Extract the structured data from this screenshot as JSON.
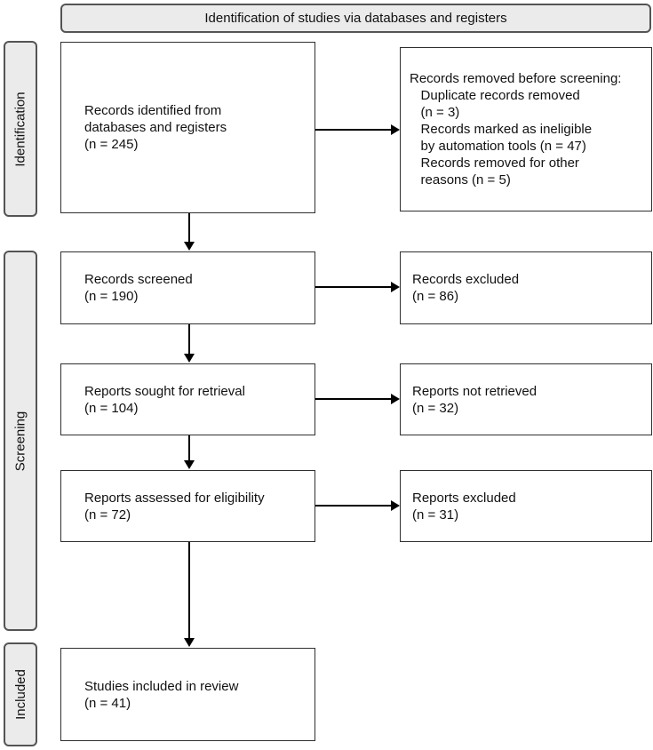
{
  "header": {
    "title": "Identification of studies via databases and registers"
  },
  "phases": {
    "identification": "Identification",
    "screening": "Screening",
    "included": "Included"
  },
  "boxes": {
    "records_identified": "Records identified from\ndatabases and registers\n(n = 245)",
    "records_removed": "Records removed before screening:\n   Duplicate records removed\n   (n = 3)\n   Records marked as ineligible\n   by automation tools (n = 47)\n   Records removed for other\n   reasons (n = 5)",
    "records_screened": "Records screened\n(n = 190)",
    "records_excluded": "Records excluded\n(n = 86)",
    "reports_sought": "Reports sought for retrieval\n(n = 104)",
    "reports_not_retrieved": "Reports not retrieved\n(n = 32)",
    "reports_assessed": "Reports assessed for eligibility\n(n = 72)",
    "reports_excluded": "Reports excluded\n(n = 31)",
    "studies_included": "Studies included in review\n(n = 41)"
  },
  "colors": {
    "band_fill": "#ebebeb",
    "band_border": "#545454",
    "box_fill": "#ffffff",
    "box_border": "#2f2f2f",
    "arrow": "#000000"
  }
}
